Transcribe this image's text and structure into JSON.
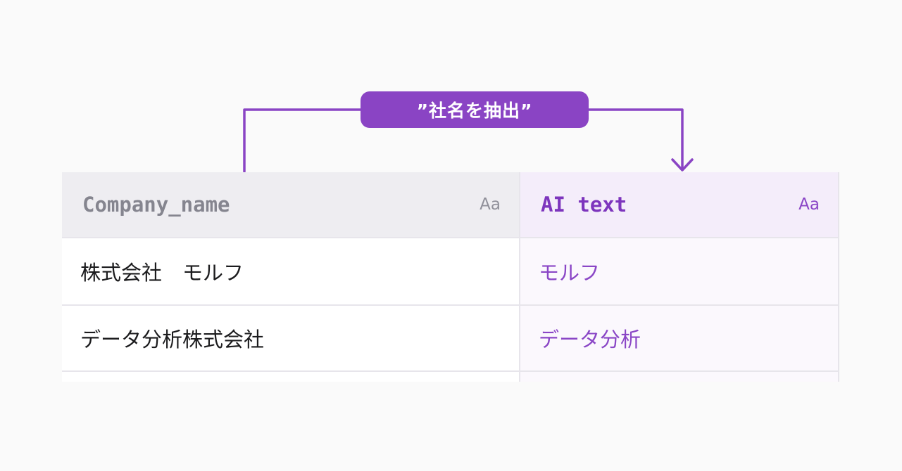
{
  "colors": {
    "page_bg": "#fafafa",
    "accent_purple": "#8a44c4",
    "badge_text": "#ffffff",
    "header_left_bg": "#eeedf1",
    "header_left_text": "#85858f",
    "type_icon_gray": "#90909a",
    "header_right_bg": "#f4edfa",
    "header_right_text": "#7d35bd",
    "cell_left_bg": "#ffffff",
    "cell_left_text": "#1c1c1e",
    "cell_right_bg": "#fbf8fd",
    "cell_right_text": "#8a46c6",
    "border": "#e7e5eb"
  },
  "annotation": {
    "label": "”社名を抽出”"
  },
  "table": {
    "header": [
      {
        "label": "Company_name",
        "type_badge": "Aa"
      },
      {
        "label": "AI text",
        "type_badge": "Aa"
      }
    ],
    "rows": [
      {
        "cells": [
          "株式会社　モルフ",
          "モルフ"
        ]
      },
      {
        "cells": [
          "データ分析株式会社",
          "データ分析"
        ]
      }
    ]
  }
}
